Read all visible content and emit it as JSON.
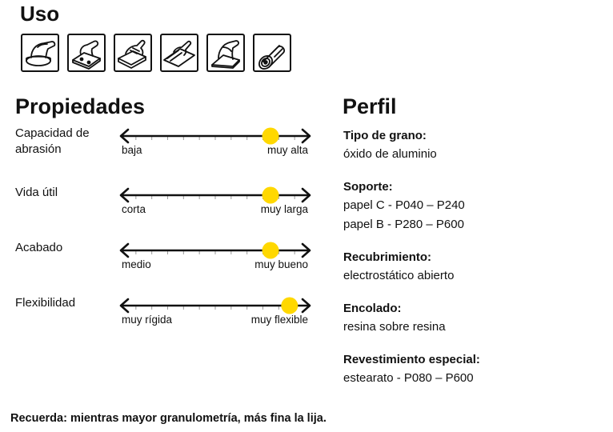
{
  "uso": {
    "title": "Uso",
    "icons": [
      "random-orbital-sander-icon",
      "orbital-sander-icon",
      "sanding-block-hand-icon",
      "hand-sanding-icon",
      "delta-sander-icon",
      "sandpaper-roll-icon"
    ]
  },
  "propiedades": {
    "title": "Propiedades",
    "accent_color": "#ffd800",
    "items": [
      {
        "label": "Capacidad de abrasión",
        "low": "baja",
        "high": "muy alta",
        "level": 0.79
      },
      {
        "label": "Vida útil",
        "low": "corta",
        "high": "muy larga",
        "level": 0.79
      },
      {
        "label": "Acabado",
        "low": "medio",
        "high": "muy bueno",
        "level": 0.79
      },
      {
        "label": "Flexibilidad",
        "low": "muy rígida",
        "high": "muy flexible",
        "level": 0.89
      }
    ]
  },
  "perfil": {
    "title": "Perfil",
    "items": [
      {
        "title": "Tipo de grano:",
        "values": [
          "óxido de aluminio"
        ]
      },
      {
        "title": "Soporte:",
        "values": [
          "papel C - P040 – P240",
          "papel B - P280 – P600"
        ]
      },
      {
        "title": "Recubrimiento:",
        "values": [
          "electrostático abierto"
        ]
      },
      {
        "title": "Encolado:",
        "values": [
          "resina sobre resina"
        ]
      },
      {
        "title": "Revestimiento especial:",
        "values": [
          "estearato - P080 – P600"
        ]
      }
    ]
  },
  "note": "Recuerda: mientras mayor granulometría, más fina la lija."
}
